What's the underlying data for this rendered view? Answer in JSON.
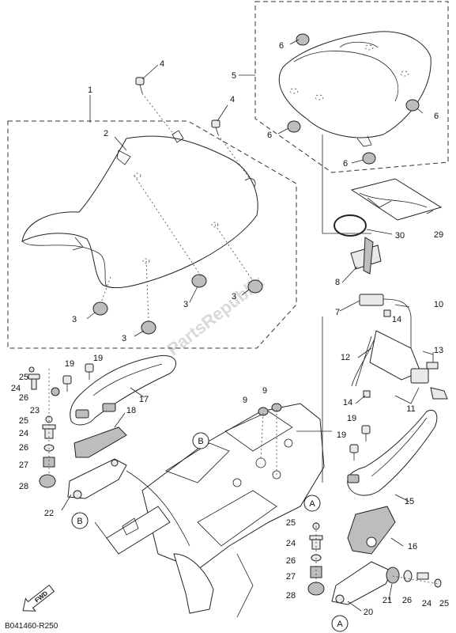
{
  "callouts": {
    "c1": "1",
    "c2": "2",
    "c3a": "3",
    "c3b": "3",
    "c3c": "3",
    "c3d": "3",
    "c4a": "4",
    "c4b": "4",
    "c5": "5",
    "c6a": "6",
    "c6b": "6",
    "c6c": "6",
    "c6d": "6",
    "c7": "7",
    "c8": "8",
    "c9a": "9",
    "c9b": "9",
    "c10": "10",
    "c11": "11",
    "c12": "12",
    "c13": "13",
    "c14a": "14",
    "c14b": "14",
    "c15": "15",
    "c16": "16",
    "c17": "17",
    "c18": "18",
    "c19a": "19",
    "c19b": "19",
    "c19c": "19",
    "c20": "20",
    "c21": "21",
    "c22": "22",
    "c23": "23",
    "c24a": "24",
    "c24b": "24",
    "c24c": "24",
    "c24d": "24",
    "c25a": "25",
    "c25b": "25",
    "c25c": "25",
    "c25d": "25",
    "c26a": "26",
    "c26b": "26",
    "c26c": "26",
    "c26d": "26",
    "c27a": "27",
    "c27b": "27",
    "c28a": "28",
    "c28b": "28",
    "c29": "29",
    "c30": "30"
  },
  "reference_marks": {
    "a_top": "A",
    "a_bottom": "A",
    "b_top": "B",
    "b_bottom": "B"
  },
  "forward_arrow": {
    "label": "FWD"
  },
  "diagram_code": "B041460-R250",
  "watermark": "PartsRepublik"
}
